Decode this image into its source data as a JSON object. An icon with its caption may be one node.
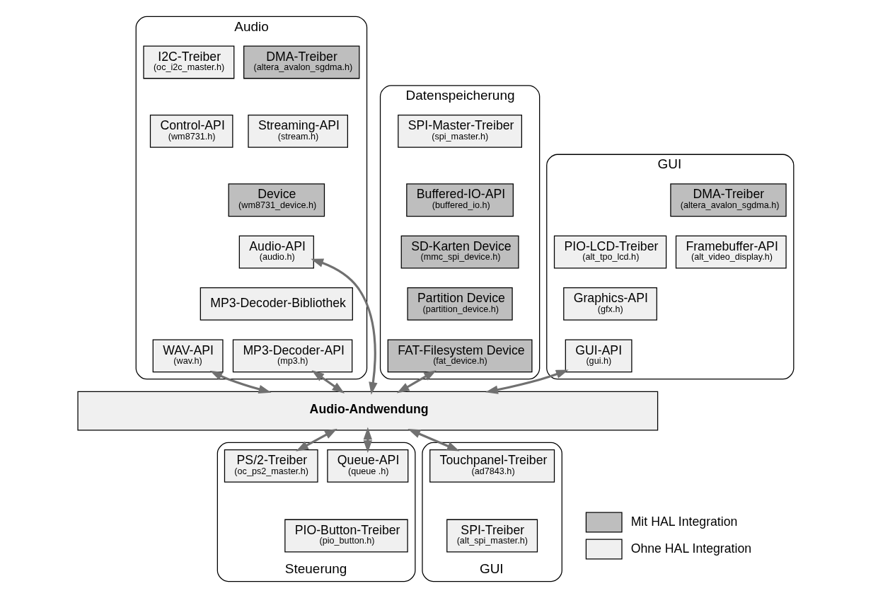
{
  "diagram": {
    "nodes": [
      {
        "text": [
          "Audio"
        ]
      },
      {
        "text": [
          "DMA-Treiber",
          "(altera_avalon_sgdma.h)"
        ],
        "in": 0
      },
      {
        "text": [
          "I2C-Treiber",
          "(oc_i2c_master.h)"
        ],
        "in": 0
      },
      {
        "text": [
          "Streaming-API",
          "(stream.h)"
        ],
        "in": 0
      },
      {
        "text": [
          "Control-API",
          "(wm8731.h)"
        ],
        "in": 0
      },
      {
        "text": [
          "Device",
          "(wm8731_device.h)"
        ],
        "in": 0
      },
      {
        "text": [
          "Audio-API",
          "(audio.h)"
        ],
        "in": 0
      },
      {
        "text": [
          "WAV-API",
          "(wav.h)"
        ],
        "in": 0
      },
      {
        "text": [
          "MP3-Decoder-Bibliothek"
        ],
        "in": 0
      },
      {
        "text": [
          "MP3-Decoder-API",
          "(mp3.h)"
        ],
        "in": 0
      },
      {
        "text": [
          "Datenspeicherung"
        ]
      },
      {
        "text": [
          "SPI-Master-Treiber",
          "(spi_master.h)"
        ],
        "in": 10
      },
      {
        "text": [
          "Buffered-IO-API",
          "(buffered_io.h)"
        ],
        "in": 10
      },
      {
        "text": [
          "SD-Karten Device",
          "(mmc_spi_device.h)"
        ],
        "in": 10
      },
      {
        "text": [
          "Partition Device",
          "(partition_device.h)"
        ],
        "in": 10
      },
      {
        "text": [
          "FAT-Filesystem Device",
          "(fat_device.h)"
        ],
        "in": 10
      },
      {
        "text": [
          "GUI"
        ]
      },
      {
        "text": [
          "DMA-Treiber",
          "(altera_avalon_sgdma.h)"
        ],
        "in": 16
      },
      {
        "text": [
          "PIO-LCD-Treiber",
          "(alt_tpo_lcd.h)"
        ],
        "in": 16
      },
      {
        "text": [
          "Framebuffer-API",
          "(alt_video_display.h)"
        ],
        "in": 16
      },
      {
        "text": [
          "Graphics-API",
          "(gfx.h)"
        ],
        "in": 16
      },
      {
        "text": [
          "GUI-API",
          "(gui.h)"
        ],
        "in": 16
      },
      {
        "text": [
          "Audio-Andwendung"
        ]
      },
      {
        "text": [
          "Steuerung"
        ]
      },
      {
        "text": [
          "Queue-API",
          "(queue .h)"
        ],
        "in": 23
      },
      {
        "text": [
          "PIO-Button-Treiber",
          "(pio_button.h)"
        ],
        "in": 23
      },
      {
        "text": [
          "PS/2-Treiber",
          "(oc_ps2_master.h)"
        ],
        "in": 23
      },
      {
        "text": [
          "GUI"
        ]
      },
      {
        "text": [
          "Touchpanel-Treiber",
          "(ad7843.h)"
        ],
        "in": 27
      },
      {
        "text": [
          "SPI-Treiber",
          "(alt_spi_master.h)"
        ],
        "in": 27
      }
    ],
    "edges": [
      {
        "from": 6,
        "to": 22,
        "arrow": "both"
      },
      {
        "from": 7,
        "to": 22,
        "arrow": "both"
      },
      {
        "from": 9,
        "to": 22,
        "arrow": "both"
      },
      {
        "from": 15,
        "to": 22,
        "arrow": "both"
      },
      {
        "from": 21,
        "to": 22,
        "arrow": "both"
      },
      {
        "from": 22,
        "to": 24,
        "arrow": "both"
      },
      {
        "from": 22,
        "to": 26,
        "arrow": "both"
      },
      {
        "from": 22,
        "to": 28,
        "arrow": "both"
      }
    ],
    "legend": [
      {
        "text": "Mit HAL Integration",
        "color": "#bebebe"
      },
      {
        "text": "Ohne HAL Integration",
        "color": "#f0f0f0"
      }
    ]
  }
}
